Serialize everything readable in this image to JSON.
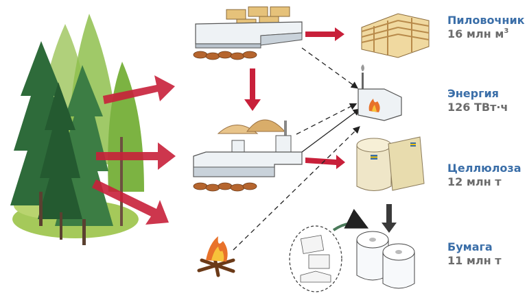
{
  "products": [
    {
      "name": "Пиловочник",
      "value": "16 млн м",
      "sup": "3"
    },
    {
      "name": "Энергия",
      "value": "126 ТВт·ч",
      "sup": ""
    },
    {
      "name": "Целлюлоза",
      "value": "12 млн т",
      "sup": ""
    },
    {
      "name": "Бумага",
      "value": "11 млн т",
      "sup": ""
    }
  ],
  "colors": {
    "label_name": "#3a6ea8",
    "label_value": "#6b6b6b",
    "arrow": "#c8203a",
    "tree_dark": "#2e6b3a",
    "tree_light": "#7cb342",
    "ground": "#a5c95a"
  },
  "icons": [
    "forest",
    "sawmill",
    "pulp-mill",
    "campfire",
    "lumber-stack",
    "power-plant",
    "pulp-bales",
    "paper-rolls",
    "paper-products"
  ]
}
